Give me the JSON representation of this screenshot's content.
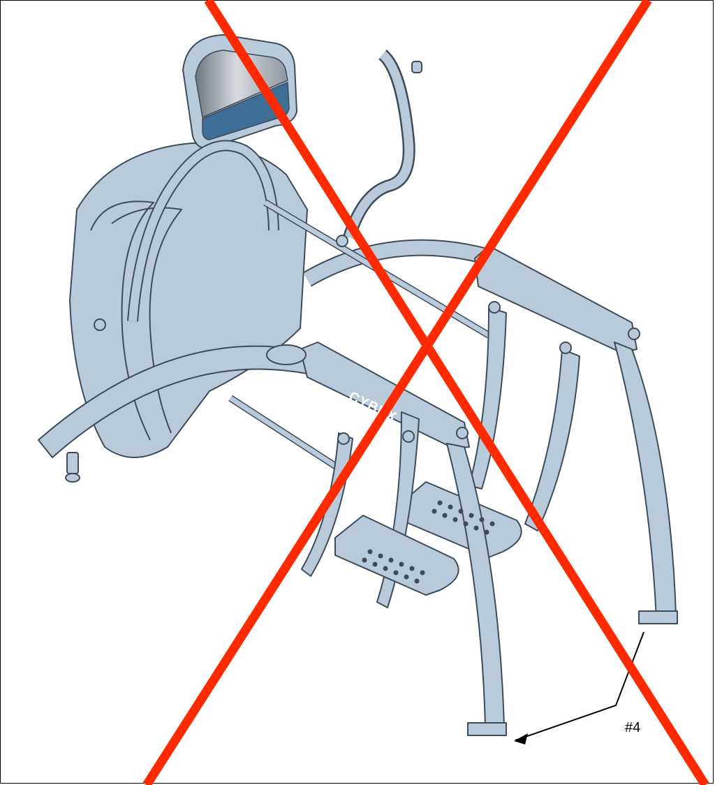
{
  "diagram": {
    "callout_label": "#4",
    "logo_text": "CYBEX",
    "colors": {
      "frame_fill": "#b9cadb",
      "frame_stroke": "#3e4b59",
      "console_screen": "#8a9199",
      "console_lower": "#3e6e95",
      "cross": "#ff2a00",
      "arrow": "#000000"
    },
    "icons": [
      "cross-out-mark",
      "arrow-icon"
    ],
    "state": "crossed-out"
  }
}
